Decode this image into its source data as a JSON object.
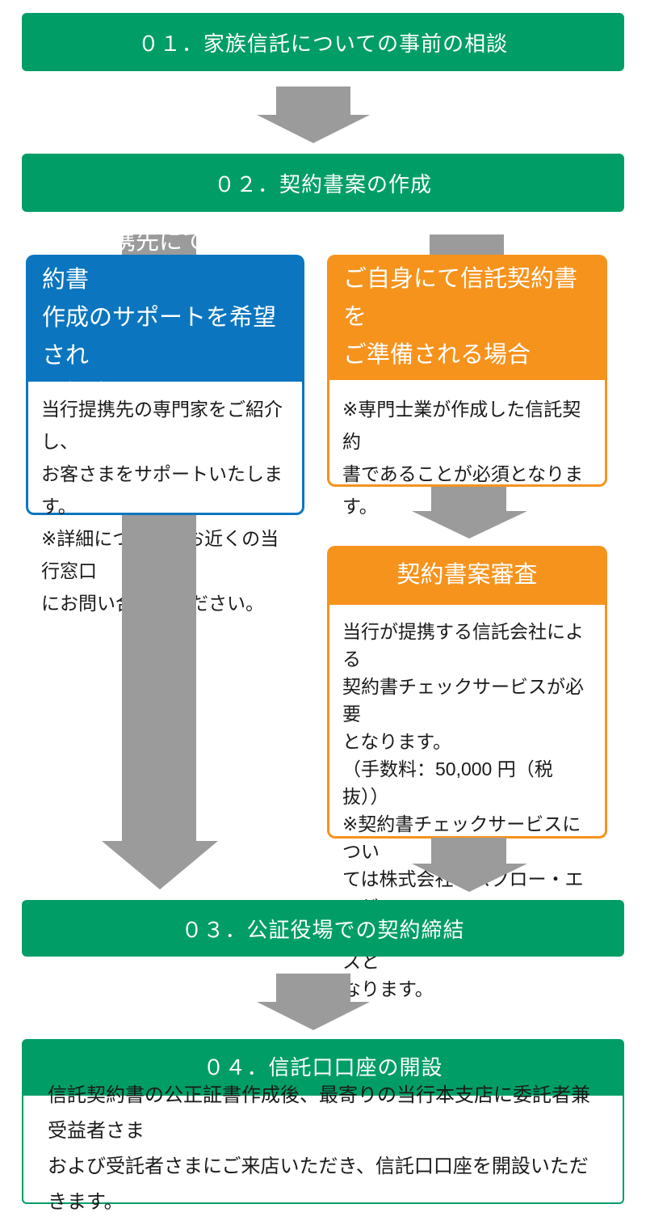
{
  "palette": {
    "green": "#009e66",
    "blue": "#0b76bf",
    "orange": "#f6931d",
    "arrow_gray": "#9b9b9b",
    "text": "#1a1a1a"
  },
  "steps": {
    "step1": {
      "label": "０１．家族信託についての事前の相談"
    },
    "step2": {
      "label": "０２．契約書案の作成"
    },
    "step3": {
      "label": "０３．公証役場での契約締結"
    },
    "step4": {
      "label": "０４．信託口口座の開設",
      "body": "信託契約書の公正証書作成後、最寄りの当行本支店に委託者兼受益者さま\nおよび受託者さまにご来店いただき、信託口口座を開設いただきます。"
    }
  },
  "branches": {
    "bank_support": {
      "header": "当行提携先にて信託契約書\n作成のサポートを希望され\nる場合",
      "body": "当行提携先の専門家をご紹介し、\nお客さまをサポートいたします。\n※詳細についてはお近くの当行窓口\nにお問い合わせください。"
    },
    "self_prepare": {
      "header": "ご自身にて信託契約書を\nご準備される場合",
      "body": "※専門士業が作成した信託契約\n書であることが必須となります。"
    },
    "review": {
      "header": "契約書案審査",
      "body": "当行が提携する信託会社による\n契約書チェックサービスが必要\nとなります。\n（手数料：50,000 円（税抜））\n※契約書チェックサービスについ\nては株式会社エスクロー・エージェ\nント・ジャパン信託のサービスと\nなります。"
    }
  }
}
